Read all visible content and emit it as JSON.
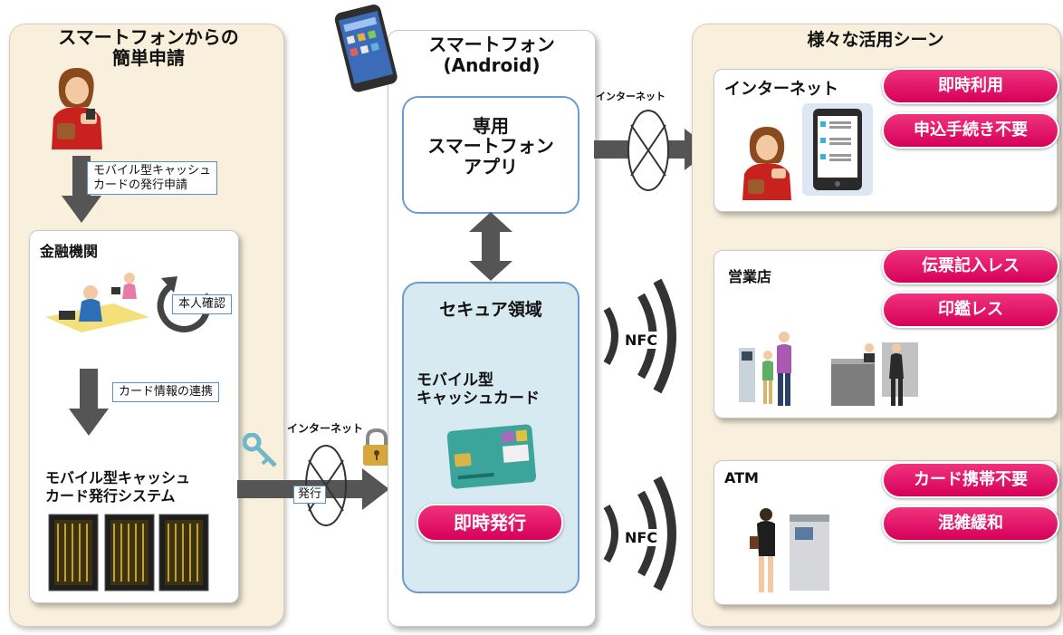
{
  "left_panel": {
    "title_line1": "スマートフォンからの",
    "title_line2": "簡単申請",
    "step1_label_line1": "モバイル型キャッシュ",
    "step1_label_line2": "カードの発行申請",
    "institution_title": "金融機関",
    "identity_label": "本人確認",
    "step2_label": "カード情報の連携",
    "system_title_line1": "モバイル型キャッシュ",
    "system_title_line2": "カード発行システム"
  },
  "issue_connection": {
    "internet_label": "インターネット",
    "issue_label": "発行"
  },
  "center_panel": {
    "title_line1": "スマートフォン",
    "title_line2": "(Android)",
    "app_line1": "専用",
    "app_line2": "スマートフォン",
    "app_line3": "アプリ",
    "secure_title": "セキュア領域",
    "card_line1": "モバイル型",
    "card_line2": "キャッシュカード",
    "instant_issue": "即時発行"
  },
  "links": {
    "internet_label": "インターネット",
    "nfc1": "NFC",
    "nfc2": "NFC"
  },
  "right_panel": {
    "title": "様々な活用シーン",
    "internet": {
      "title": "インターネット",
      "pills": [
        "即時利用",
        "申込手続き不要"
      ]
    },
    "branch": {
      "title": "営業店",
      "pills": [
        "伝票記入レス",
        "印鑑レス"
      ]
    },
    "atm": {
      "title": "ATM",
      "pills": [
        "カード携帯不要",
        "混雑緩和"
      ]
    }
  },
  "colors": {
    "accent": "#e5005f",
    "beige": "#f8efdc",
    "arrow": "#555555",
    "secure_bg": "#d7eaf2"
  }
}
